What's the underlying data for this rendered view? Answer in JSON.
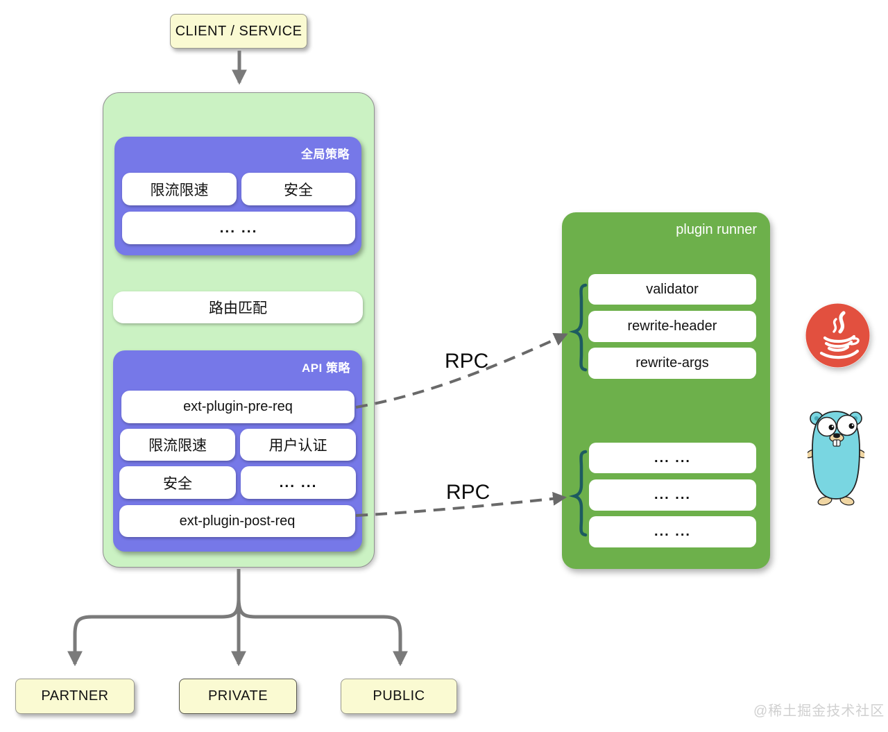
{
  "client": {
    "label": "CLIENT / SERVICE"
  },
  "gateway": {
    "global_policy": {
      "title": "全局策略",
      "rate_limit": "限流限速",
      "security": "安全",
      "more": "... ..."
    },
    "route_match": "路由匹配",
    "api_policy": {
      "title": "API 策略",
      "pre_req": "ext-plugin-pre-req",
      "rate_limit": "限流限速",
      "auth": "用户认证",
      "security": "安全",
      "more": "... ...",
      "post_req": "ext-plugin-post-req"
    }
  },
  "plugin_runner": {
    "title": "plugin runner",
    "plugins": [
      "validator",
      "rewrite-header",
      "rewrite-args"
    ],
    "more_plugins": [
      "... ...",
      "... ...",
      "... ..."
    ]
  },
  "rpc": {
    "pre_label": "RPC",
    "post_label": "RPC"
  },
  "consumers": {
    "partner": "PARTNER",
    "private": "PRIVATE",
    "public": "PUBLIC"
  },
  "watermark": "@稀土掘金技术社区",
  "icons": {
    "java": "java-icon",
    "gopher": "go-gopher-icon"
  },
  "colors": {
    "panel_green": "#cbf2c3",
    "policy_purple": "#7678e8",
    "runner_green": "#6db04b",
    "note_yellow": "#fafad2",
    "arrow_gray": "#7a7a7a",
    "dashed_arrow_gray": "#696969",
    "brace_teal": "#1d5b60",
    "java_red": "#e2503f",
    "gopher_blue": "#79d6e1"
  }
}
